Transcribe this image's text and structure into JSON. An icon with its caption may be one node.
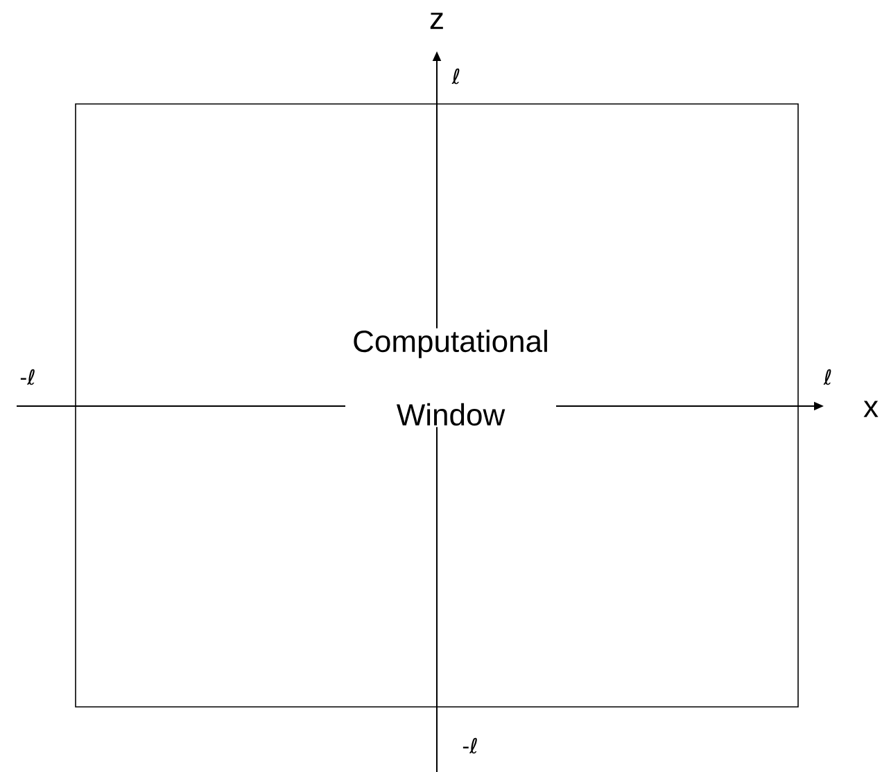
{
  "diagram": {
    "nodes": [
      {
        "text": [
          "Computational Window"
        ]
      }
    ],
    "edges": [],
    "labels": [
      "z",
      "ℓ",
      "-ℓ",
      "ℓ",
      "x",
      "-ℓ"
    ]
  }
}
